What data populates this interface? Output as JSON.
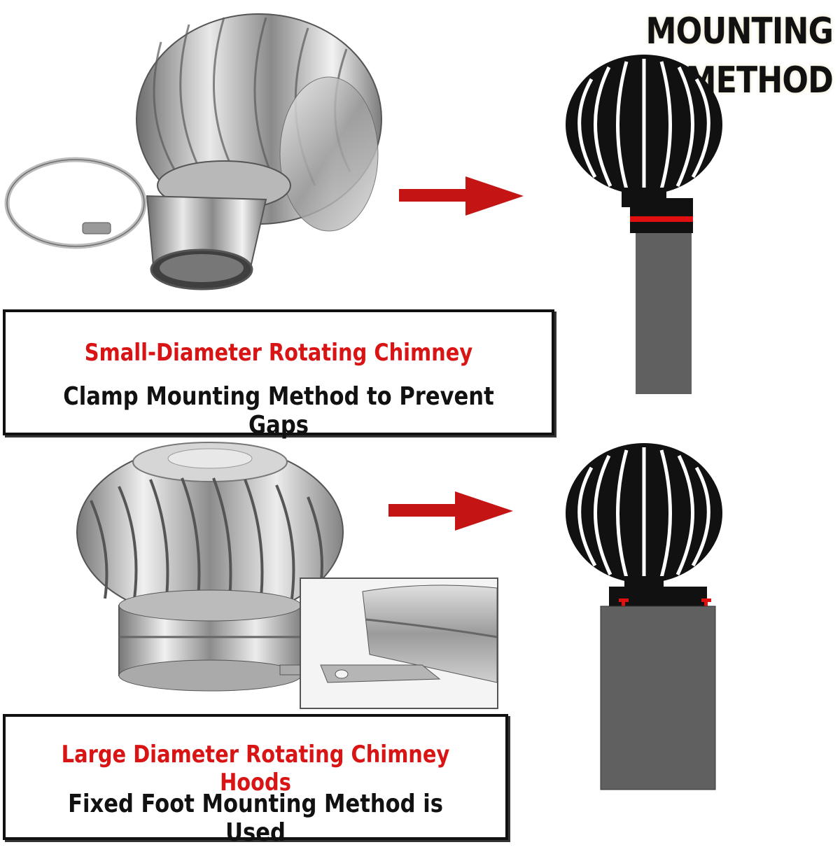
{
  "header": {
    "title": "MOUNTING METHOD"
  },
  "top_caption": {
    "heading": "Small-Diameter Rotating Chimney",
    "subheading": "Clamp Mounting Method to Prevent Gaps"
  },
  "bottom_caption": {
    "heading": "Large Diameter Rotating Chimney Hoods",
    "subheading": "Fixed Foot Mounting Method is Used"
  },
  "colors": {
    "accent_red": "#d81414",
    "diagram_black": "#111111",
    "pipe_gray": "#606060"
  }
}
